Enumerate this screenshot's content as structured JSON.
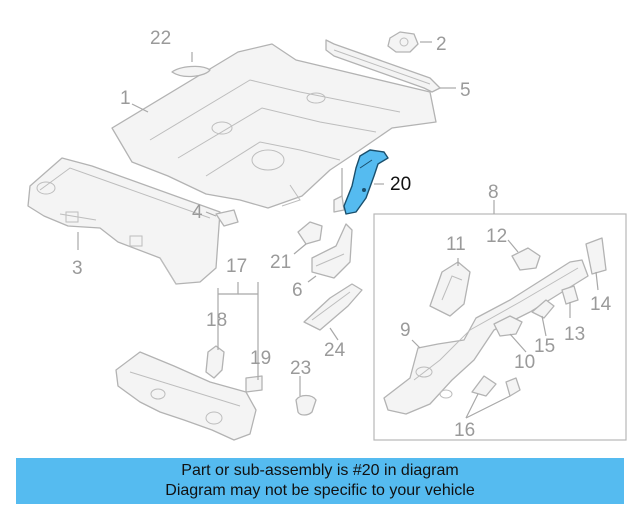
{
  "highlight_color": "#55bbf0",
  "highlighted_part": "20",
  "callouts": {
    "c1": "1",
    "c2": "2",
    "c3": "3",
    "c4": "4",
    "c5": "5",
    "c6": "6",
    "c8": "8",
    "c9": "9",
    "c10": "10",
    "c11": "11",
    "c12": "12",
    "c13": "13",
    "c14": "14",
    "c15": "15",
    "c16": "16",
    "c17": "17",
    "c18": "18",
    "c19": "19",
    "c20": "20",
    "c21": "21",
    "c22": "22",
    "c23": "23",
    "c24": "24"
  },
  "banner": {
    "line1": "Part or sub-assembly is #20 in diagram",
    "line2": "Diagram may not be specific to your vehicle"
  }
}
